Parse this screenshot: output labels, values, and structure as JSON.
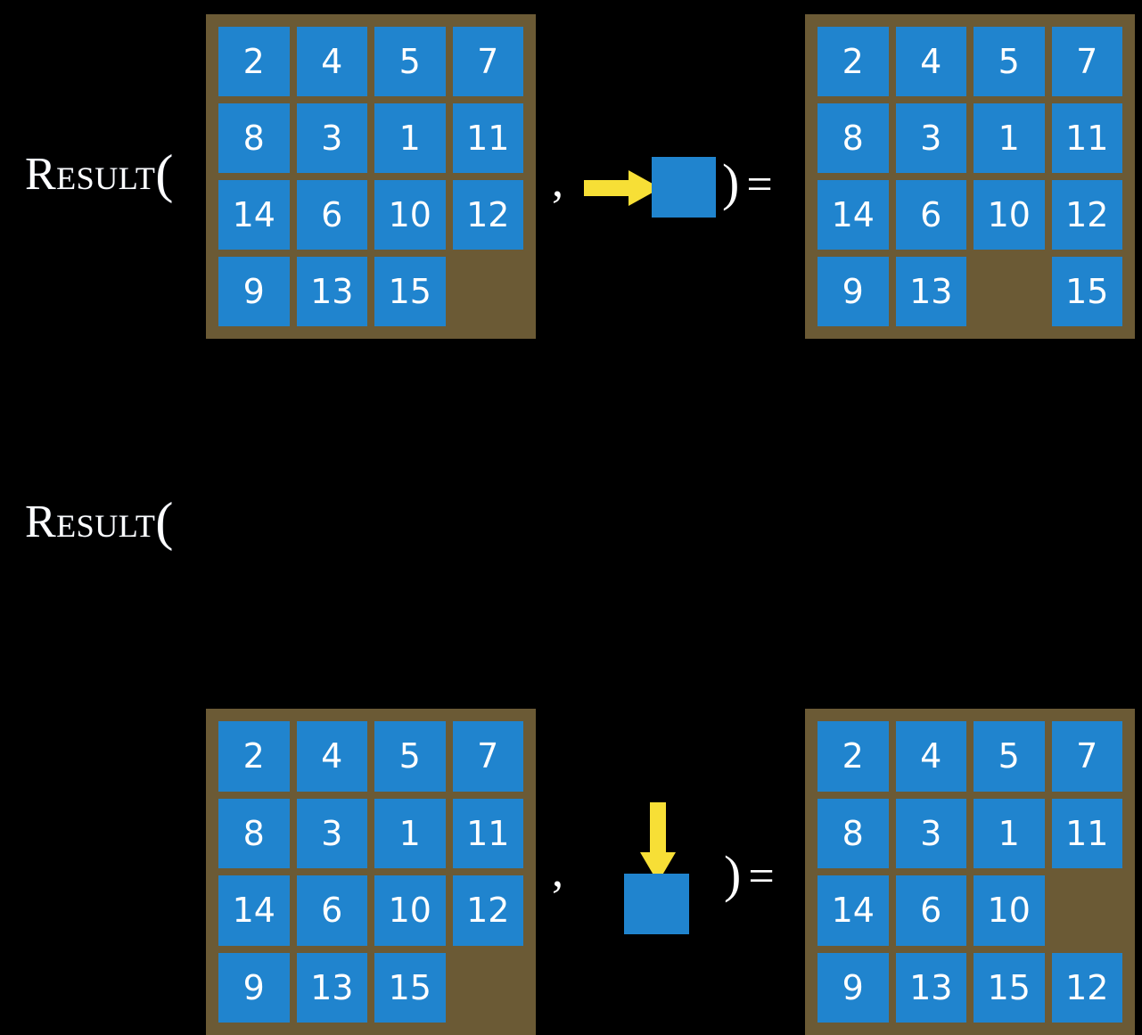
{
  "background_color": "#000000",
  "palette": {
    "tile_blue": "#2084CE",
    "board_brown": "#6B5A35",
    "arrow_yellow": "#F7DF36",
    "text_white": "#FFFFFF"
  },
  "equations": [
    {
      "id": "row-1",
      "function_label": "Result",
      "open_paren": "(",
      "separator": ",",
      "close_paren": ")",
      "equals": "=",
      "operand": {
        "icon": "arrow-right-icon",
        "direction": "right",
        "tile_label": ""
      },
      "input_board": {
        "name": "input-puzzle-board",
        "rows": 4,
        "cols": 4,
        "cells": [
          [
            "2",
            "4",
            "5",
            "7"
          ],
          [
            "8",
            "3",
            "1",
            "11"
          ],
          [
            "14",
            "6",
            "10",
            "12"
          ],
          [
            "9",
            "13",
            "15",
            ""
          ]
        ],
        "blank_position": [
          3,
          3
        ]
      },
      "result_board": {
        "name": "result-puzzle-board",
        "rows": 4,
        "cols": 4,
        "cells": [
          [
            "2",
            "4",
            "5",
            "7"
          ],
          [
            "8",
            "3",
            "1",
            "11"
          ],
          [
            "14",
            "6",
            "10",
            "12"
          ],
          [
            "9",
            "13",
            "",
            "15"
          ]
        ],
        "blank_position": [
          3,
          2
        ]
      }
    },
    {
      "id": "row-2",
      "function_label": "Result",
      "open_paren": "(",
      "separator": ",",
      "close_paren": ")",
      "equals": "=",
      "operand": {
        "icon": "arrow-down-icon",
        "direction": "down",
        "tile_label": ""
      },
      "input_board": {
        "name": "input-puzzle-board",
        "rows": 4,
        "cols": 4,
        "cells": [
          [
            "2",
            "4",
            "5",
            "7"
          ],
          [
            "8",
            "3",
            "1",
            "11"
          ],
          [
            "14",
            "6",
            "10",
            "12"
          ],
          [
            "9",
            "13",
            "15",
            ""
          ]
        ],
        "blank_position": [
          3,
          3
        ]
      },
      "result_board": {
        "name": "result-puzzle-board",
        "rows": 4,
        "cols": 4,
        "cells": [
          [
            "2",
            "4",
            "5",
            "7"
          ],
          [
            "8",
            "3",
            "1",
            "11"
          ],
          [
            "14",
            "6",
            "10",
            ""
          ],
          [
            "9",
            "13",
            "15",
            "12"
          ]
        ],
        "blank_position": [
          2,
          3
        ]
      }
    }
  ]
}
